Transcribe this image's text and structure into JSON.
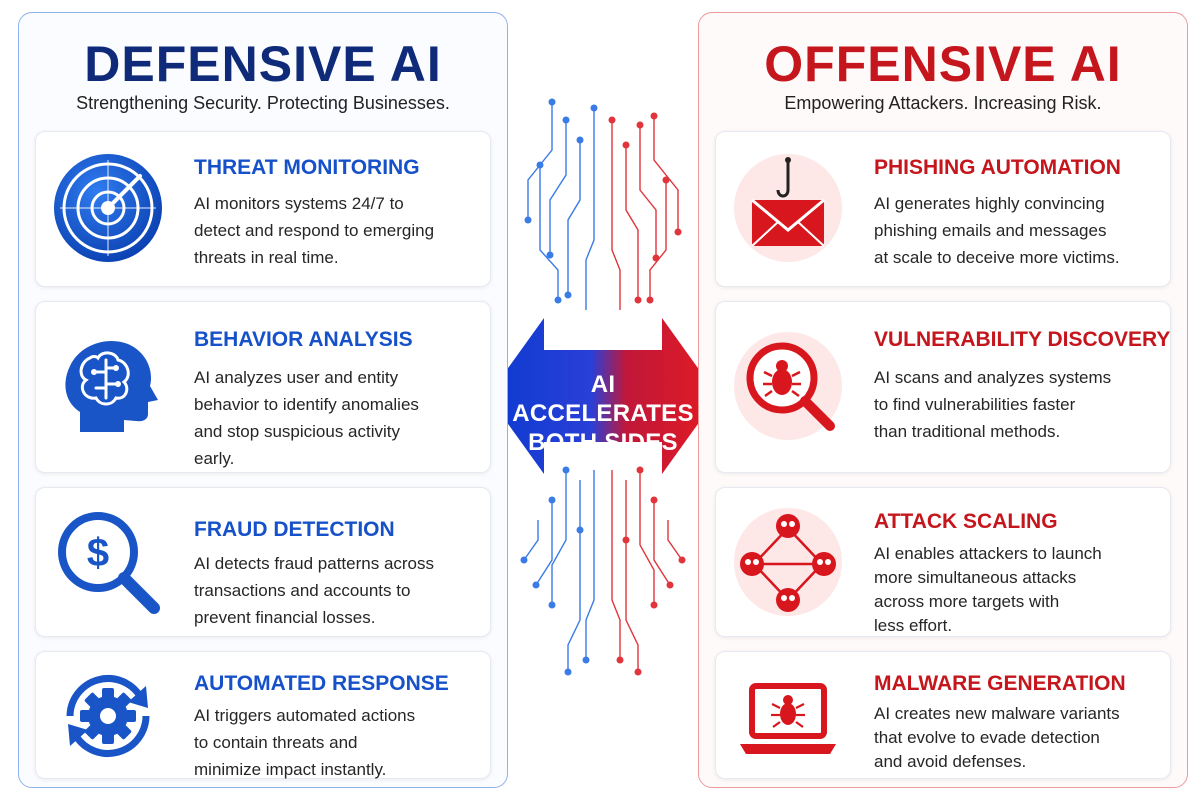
{
  "defensive": {
    "title": "DEFENSIVE AI",
    "subtitle": "Strengthening Security. Protecting Businesses.",
    "accent_color": "#1651c9",
    "cards": [
      {
        "title": "THREAT MONITORING",
        "icon": "radar-icon",
        "lines": [
          "AI monitors systems 24/7 to",
          "detect and respond to emerging",
          "threats in real time."
        ]
      },
      {
        "title": "BEHAVIOR ANALYSIS",
        "icon": "brain-head-icon",
        "lines": [
          "AI analyzes user and entity",
          "behavior to identify anomalies",
          "and stop suspicious activity",
          "early."
        ]
      },
      {
        "title": "FRAUD DETECTION",
        "icon": "dollar-magnifier-icon",
        "lines": [
          "AI detects fraud patterns across",
          "transactions and accounts to",
          "prevent financial losses."
        ]
      },
      {
        "title": "AUTOMATED RESPONSE",
        "icon": "gear-cycle-icon",
        "lines": [
          "AI triggers automated actions",
          "to contain threats and",
          "minimize impact instantly."
        ]
      }
    ]
  },
  "offensive": {
    "title": "OFFENSIVE AI",
    "subtitle": "Empowering Attackers. Increasing Risk.",
    "accent_color": "#c4161c",
    "cards": [
      {
        "title": "PHISHING AUTOMATION",
        "icon": "phishing-hook-envelope-icon",
        "lines": [
          "AI generates highly convincing",
          "phishing emails and messages",
          "at scale to deceive more victims."
        ]
      },
      {
        "title": "VULNERABILITY DISCOVERY",
        "icon": "bug-magnifier-icon",
        "lines": [
          "AI scans and analyzes systems",
          "to find vulnerabilities faster",
          "than traditional methods."
        ]
      },
      {
        "title": "ATTACK SCALING",
        "icon": "skull-network-icon",
        "lines": [
          "AI enables attackers to launch",
          "more simultaneous attacks",
          "across more targets with",
          "less effort."
        ]
      },
      {
        "title": "MALWARE GENERATION",
        "icon": "laptop-bug-icon",
        "lines": [
          "AI creates new malware variants",
          "that evolve to evade detection",
          "and avoid defenses."
        ]
      }
    ]
  },
  "center": {
    "line1": "AI ACCELERATES",
    "line2": "BOTH SIDES",
    "icon": "double-arrow-icon"
  }
}
